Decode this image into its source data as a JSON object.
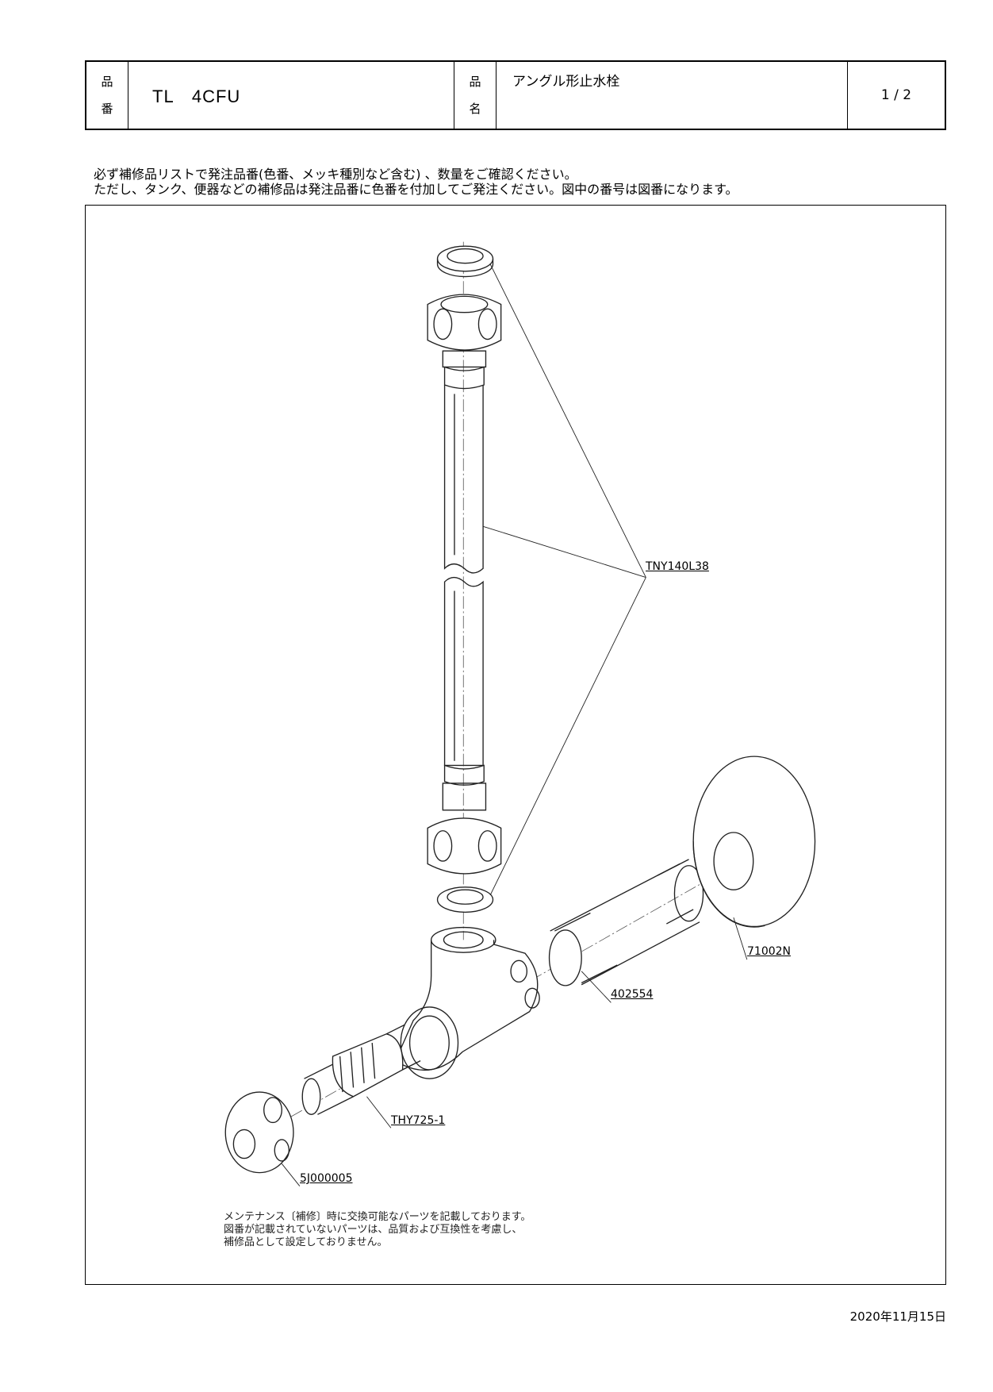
{
  "header": {
    "part_number_label": [
      "品",
      "番"
    ],
    "part_number": "TL　4CFU",
    "part_name_label": [
      "品",
      "名"
    ],
    "part_name": "アングル形止水栓",
    "page": "1 / 2"
  },
  "notice": [
    "必ず補修品リストで発注品番(色番、メッキ種別など含む) 、数量をご確認ください。",
    "ただし、タンク、便器などの補修品は発注品番に色番を付加してご発注ください。図中の番号は図番になります。"
  ],
  "parts": {
    "hose": "TNY140L38",
    "flange": "71002N",
    "nipple": "402554",
    "cartridge": "THY725-1",
    "handle": "5J000005"
  },
  "notes": [
    "メンテナンス〔補修〕時に交換可能なパーツを記載しております。",
    "図番が記載されていないパーツは、品質および互換性を考慮し、",
    "補修品として設定しておりません。"
  ],
  "date": "2020年11月15日"
}
